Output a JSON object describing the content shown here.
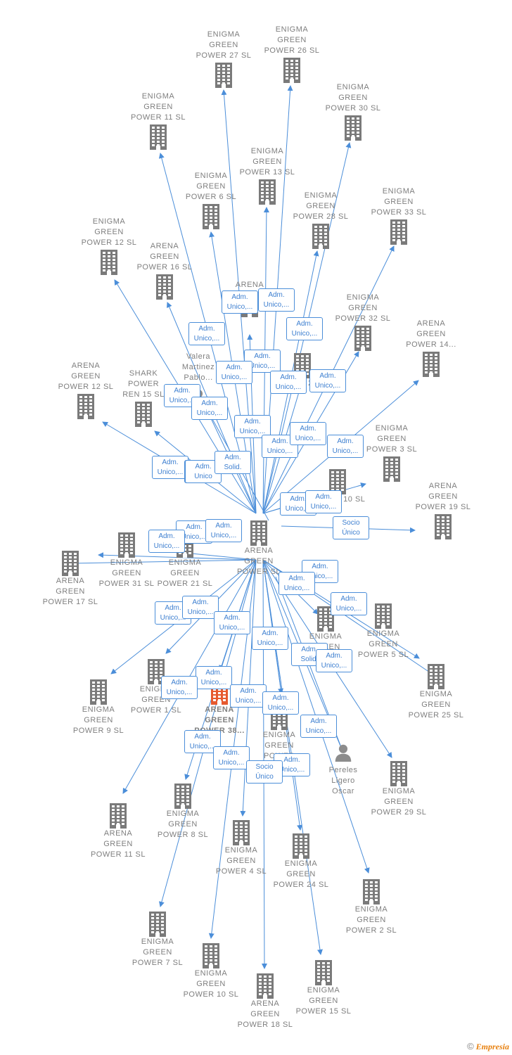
{
  "colors": {
    "edge": "#4b8ed9",
    "icon": "#7a7a7a",
    "focus": "#e65a2f",
    "person": "#8c8c8c"
  },
  "center_node": "ARENA\nGREEN\nPOWER  SL",
  "nodes": [
    {
      "id": "n1",
      "label": "ENIGMA\nGREEN\nPOWER 27  SL",
      "icon": "building-icon"
    },
    {
      "id": "n2",
      "label": "ENIGMA\nGREEN\nPOWER 26  SL",
      "icon": "building-icon"
    },
    {
      "id": "n3",
      "label": "ENIGMA\nGREEN\nPOWER 11  SL",
      "icon": "building-icon"
    },
    {
      "id": "n4",
      "label": "ENIGMA\nGREEN\nPOWER 30  SL",
      "icon": "building-icon"
    },
    {
      "id": "n5",
      "label": "ENIGMA\nGREEN\nPOWER 13  SL",
      "icon": "building-icon"
    },
    {
      "id": "n6",
      "label": "ENIGMA\nGREEN\nPOWER 6  SL",
      "icon": "building-icon"
    },
    {
      "id": "n7",
      "label": "ENIGMA\nGREEN\nPOWER 28  SL",
      "icon": "building-icon"
    },
    {
      "id": "n8",
      "label": "ENIGMA\nGREEN\nPOWER 33  SL",
      "icon": "building-icon"
    },
    {
      "id": "n9",
      "label": "ENIGMA\nGREEN\nPOWER 12  SL",
      "icon": "building-icon"
    },
    {
      "id": "n10",
      "label": "ARENA\nGREEN\nPOWER 16  SL",
      "icon": "building-icon"
    },
    {
      "id": "n11",
      "label": "ARENA",
      "icon": "building-icon"
    },
    {
      "id": "n12",
      "label": "ENIGMA\nGREEN\nPOWER 32  SL",
      "icon": "building-icon"
    },
    {
      "id": "n13",
      "label": "ARENA\nGREEN\nPOWER 14...",
      "icon": "building-icon"
    },
    {
      "id": "n14",
      "label": "Valera\nMartinez\nPablo...",
      "icon": "person-icon"
    },
    {
      "id": "n15",
      "label": "POWER 22  SL",
      "icon": "building-icon"
    },
    {
      "id": "n16",
      "label": "ARENA\nGREEN\nPOWER 12  SL",
      "icon": "building-icon"
    },
    {
      "id": "n17",
      "label": "SHARK\nPOWER\nREN 15  SL",
      "icon": "building-icon"
    },
    {
      "id": "n18",
      "label": "ENIGMA\nGREEN\nPOWER 3  SL",
      "icon": "building-icon"
    },
    {
      "id": "n19",
      "label": "POWER 10  SL",
      "icon": "building-icon"
    },
    {
      "id": "n20",
      "label": "ARENA\nGREEN\nPOWER 19  SL",
      "icon": "building-icon"
    },
    {
      "id": "n21",
      "label": "ENIGMA\nGREEN\nPOWER 31  SL",
      "icon": "building-icon"
    },
    {
      "id": "n22",
      "label": "ENIGMA\nGREEN\nPOWER 21  SL",
      "icon": "building-icon"
    },
    {
      "id": "n23",
      "label": "ARENA\nGREEN\nPOWER 17  SL",
      "icon": "building-icon"
    },
    {
      "id": "n24",
      "label": "ENIGMA\nGREEN\nPOWER 5  SL",
      "icon": "building-icon"
    },
    {
      "id": "n25",
      "label": "ENIGMA\nGREEN",
      "icon": "building-icon"
    },
    {
      "id": "n26",
      "label": "ENIGMA\nGREEN\nPOWER 25  SL",
      "icon": "building-icon"
    },
    {
      "id": "n27",
      "label": "ENIGMA\nGREEN\nPOWER 9  SL",
      "icon": "building-icon"
    },
    {
      "id": "n28",
      "label": "ENIGMA\nGREEN\nPOWER 1  SL",
      "icon": "building-icon"
    },
    {
      "id": "n29",
      "label": "ARENA\nGREEN\nPOWER 38...",
      "icon": "building-icon",
      "focus": true
    },
    {
      "id": "n30",
      "label": "ENIGMA\nGREEN\nPOWER",
      "icon": "building-icon"
    },
    {
      "id": "n31",
      "label": "Pereles\nLigero\nOscar",
      "icon": "person-icon"
    },
    {
      "id": "n32",
      "label": "ENIGMA\nGREEN\nPOWER 29  SL",
      "icon": "building-icon"
    },
    {
      "id": "n33",
      "label": "ARENA\nGREEN\nPOWER 11  SL",
      "icon": "building-icon"
    },
    {
      "id": "n34",
      "label": "ENIGMA\nGREEN\nPOWER 8  SL",
      "icon": "building-icon"
    },
    {
      "id": "n35",
      "label": "ENIGMA\nGREEN\nPOWER 4  SL",
      "icon": "building-icon"
    },
    {
      "id": "n36",
      "label": "ENIGMA\nGREEN\nPOWER 24  SL",
      "icon": "building-icon"
    },
    {
      "id": "n37",
      "label": "ENIGMA\nGREEN\nPOWER 2  SL",
      "icon": "building-icon"
    },
    {
      "id": "n38",
      "label": "ENIGMA\nGREEN\nPOWER 7  SL",
      "icon": "building-icon"
    },
    {
      "id": "n39",
      "label": "ENIGMA\nGREEN\nPOWER 10  SL",
      "icon": "building-icon"
    },
    {
      "id": "n40",
      "label": "ARENA\nGREEN\nPOWER 18  SL",
      "icon": "building-icon"
    },
    {
      "id": "n41",
      "label": "ENIGMA\nGREEN\nPOWER 15  SL",
      "icon": "building-icon"
    }
  ],
  "relation_labels": [
    "Adm.\nUnico,...",
    "Adm.\nUnico,...",
    "Adm.\nUnico,...",
    "Adm.\nUnico,...",
    "Adm.\nUnico,...",
    "Adm.\nUnico,...",
    "Adm.\nUnico,...",
    "Adm.\nUnico,...",
    "Adm.\nUnico,...",
    "Adm.\nUnico,...",
    "Adm.\nUnico,...",
    "Adm.\nUnico,...",
    "Adm.\nUnico,...",
    "Adm.\nUnico,...",
    "Adm.\nUnico,...",
    "Adm.\nUnico,...",
    "Adm.\nUnico",
    "Adm.\nSolid.",
    "Adm.\nUnico,...",
    "Adm.\nUnico,...",
    "Socio\nÚnico",
    "Adm.\nUnico,...",
    "Adm.\nUnico,...",
    "Adm.\nUnico,...",
    "Adm.\nUnico,...",
    "Adm.\nUnico,...",
    "Adm.\nUnico,...",
    "Adm.\nUnico,...",
    "Adm.\nUnico,...",
    "Adm.\nUnico,...",
    "Adm.\nSolid.",
    "Adm.\nUnico,...",
    "Adm.\nUnico,...",
    "Adm.\nUnico,...",
    "Adm.\nUnico,...",
    "Adm.\nUnico,...",
    "Adm.\nUnico,...",
    "Adm.\nUnico,...",
    "Adm.\nUnico,...",
    "Adm.\nUnico,...",
    "Adm.\nUnico,...",
    "Socio\nÚnico",
    "Adm.\nUnico,..."
  ],
  "footer": {
    "copyright": "©",
    "brand": "Empresia"
  }
}
